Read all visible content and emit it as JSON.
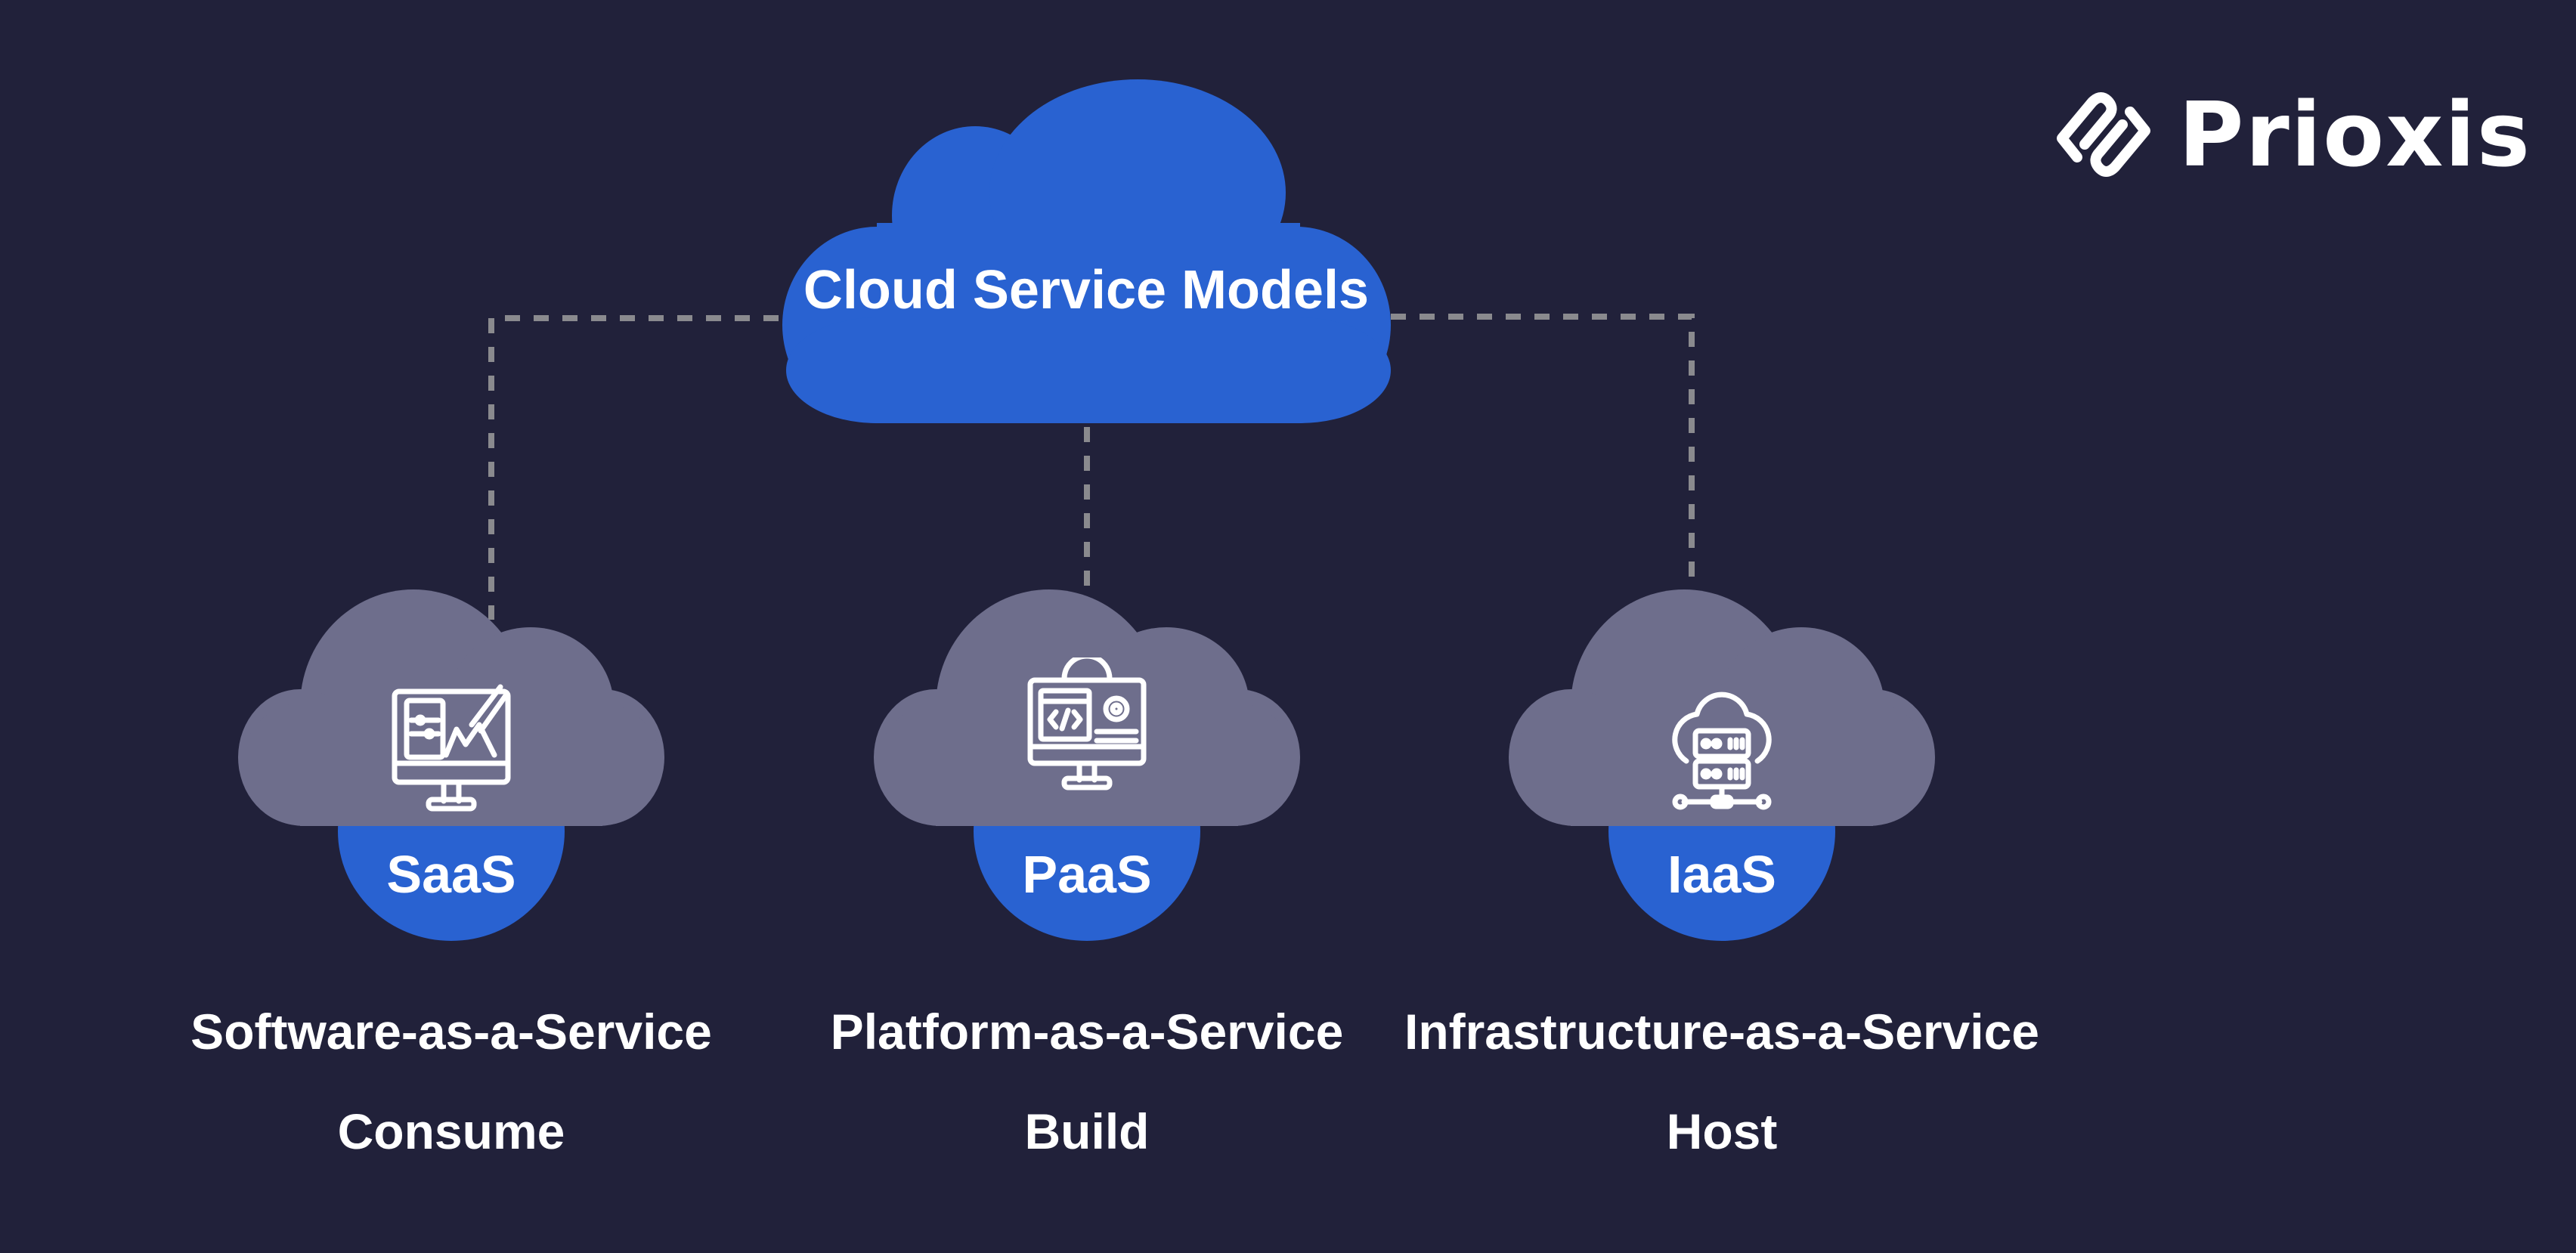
{
  "brand": {
    "name": "Prioxis",
    "logo_icon": "prioxis-logo-icon"
  },
  "colors": {
    "background": "#21213a",
    "primary_blue": "#2962d1",
    "cloud_gray": "#6e6e8c",
    "connector": "#8a8a8e",
    "text": "#ffffff"
  },
  "root": {
    "title": "Cloud Service Models"
  },
  "models": [
    {
      "abbr": "SaaS",
      "name": "Software-as-a-Service",
      "verb": "Consume",
      "icon": "monitor-design-icon"
    },
    {
      "abbr": "PaaS",
      "name": "Platform-as-a-Service",
      "verb": "Build",
      "icon": "monitor-code-gear-icon"
    },
    {
      "abbr": "IaaS",
      "name": "Infrastructure-as-a-Service",
      "verb": "Host",
      "icon": "cloud-server-network-icon"
    }
  ]
}
